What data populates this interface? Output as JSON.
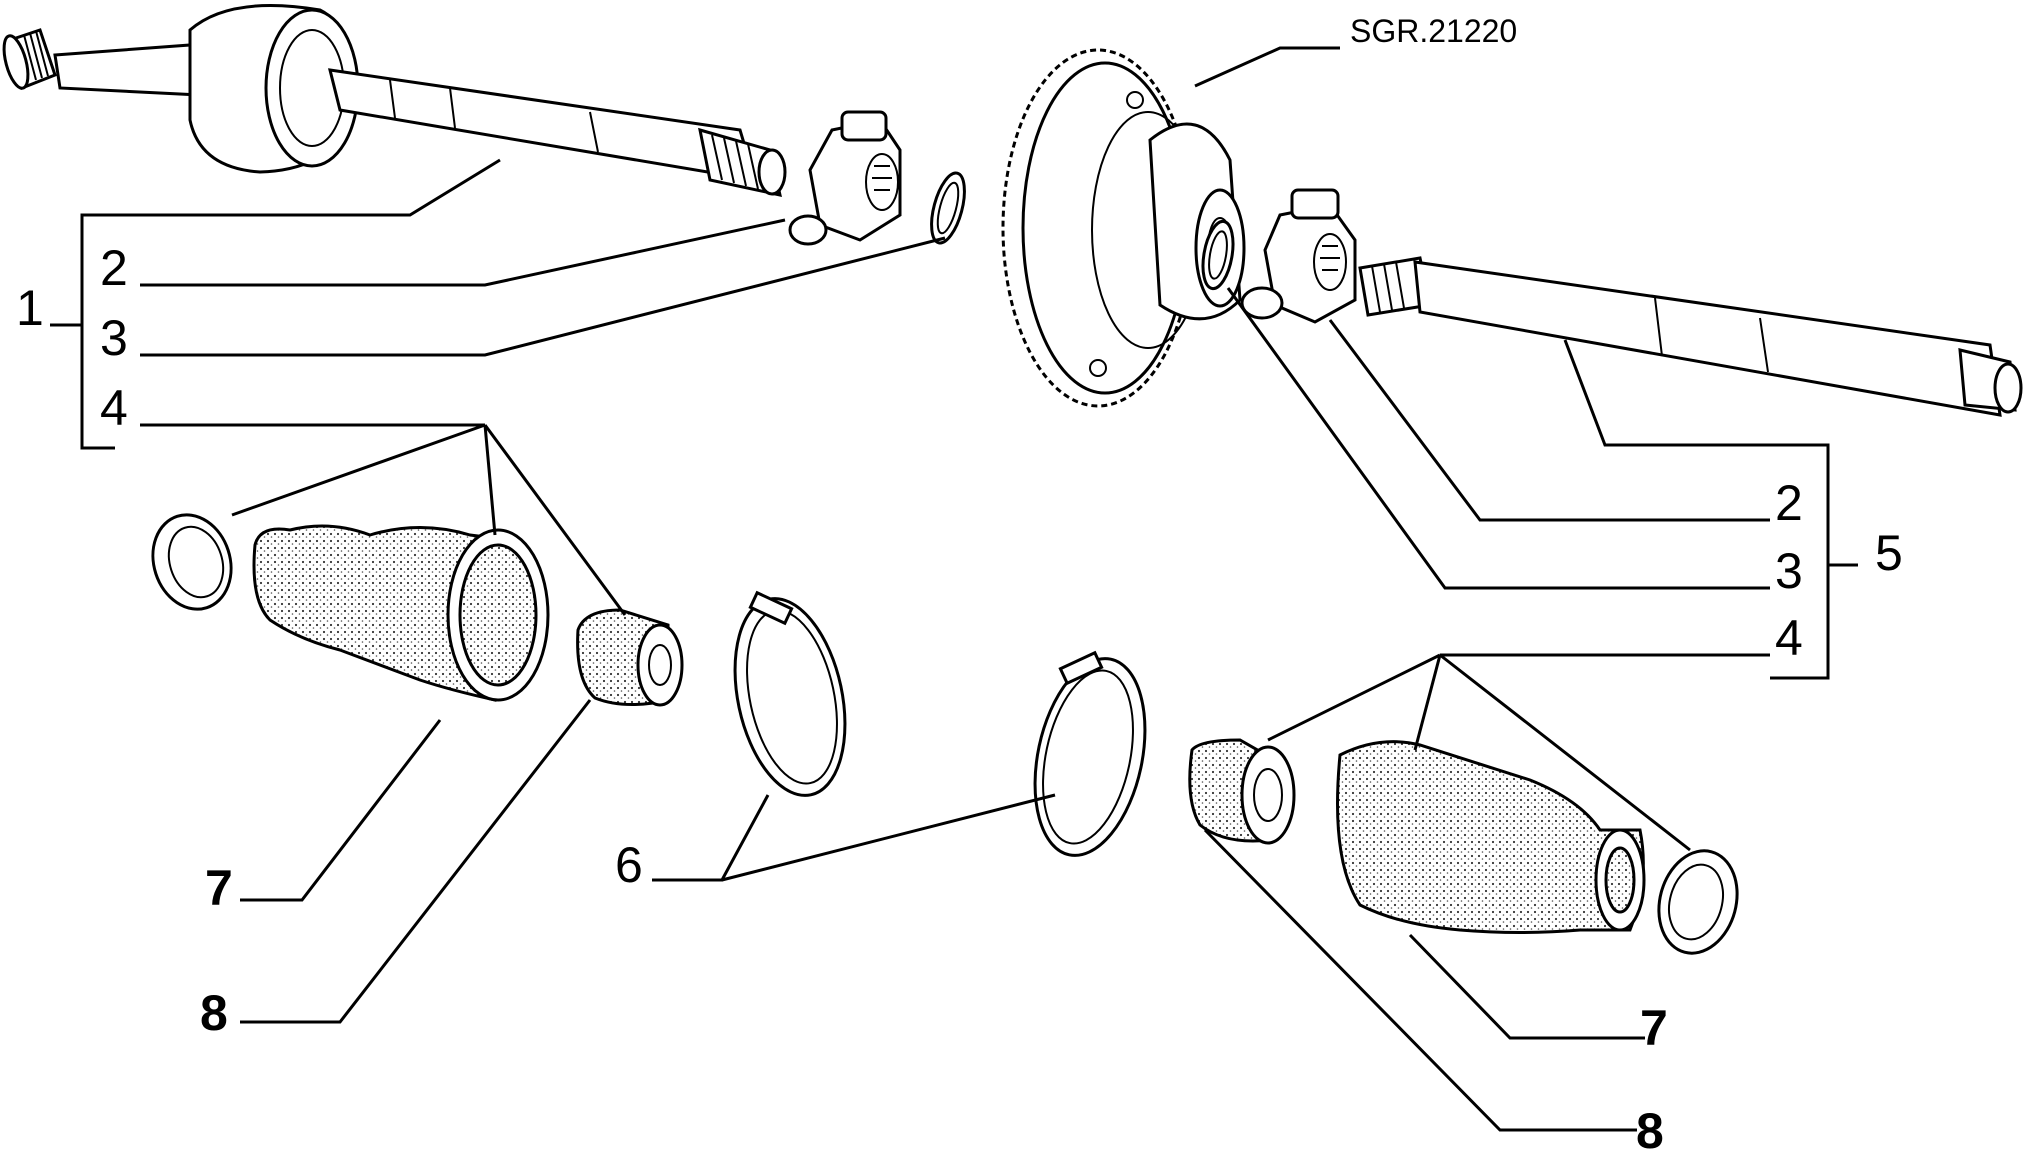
{
  "diagram": {
    "reference_code": "SGR.21220",
    "left_assembly": {
      "assembly_number": "1",
      "item_2": "2",
      "item_3": "3",
      "item_4": "4"
    },
    "right_assembly": {
      "assembly_number": "5",
      "item_2": "2",
      "item_3": "3",
      "item_4": "4"
    },
    "band_clamp_number": "6",
    "left_boot_number": "7",
    "left_small_boot_number": "8",
    "right_boot_number": "7",
    "right_small_boot_number": "8"
  }
}
